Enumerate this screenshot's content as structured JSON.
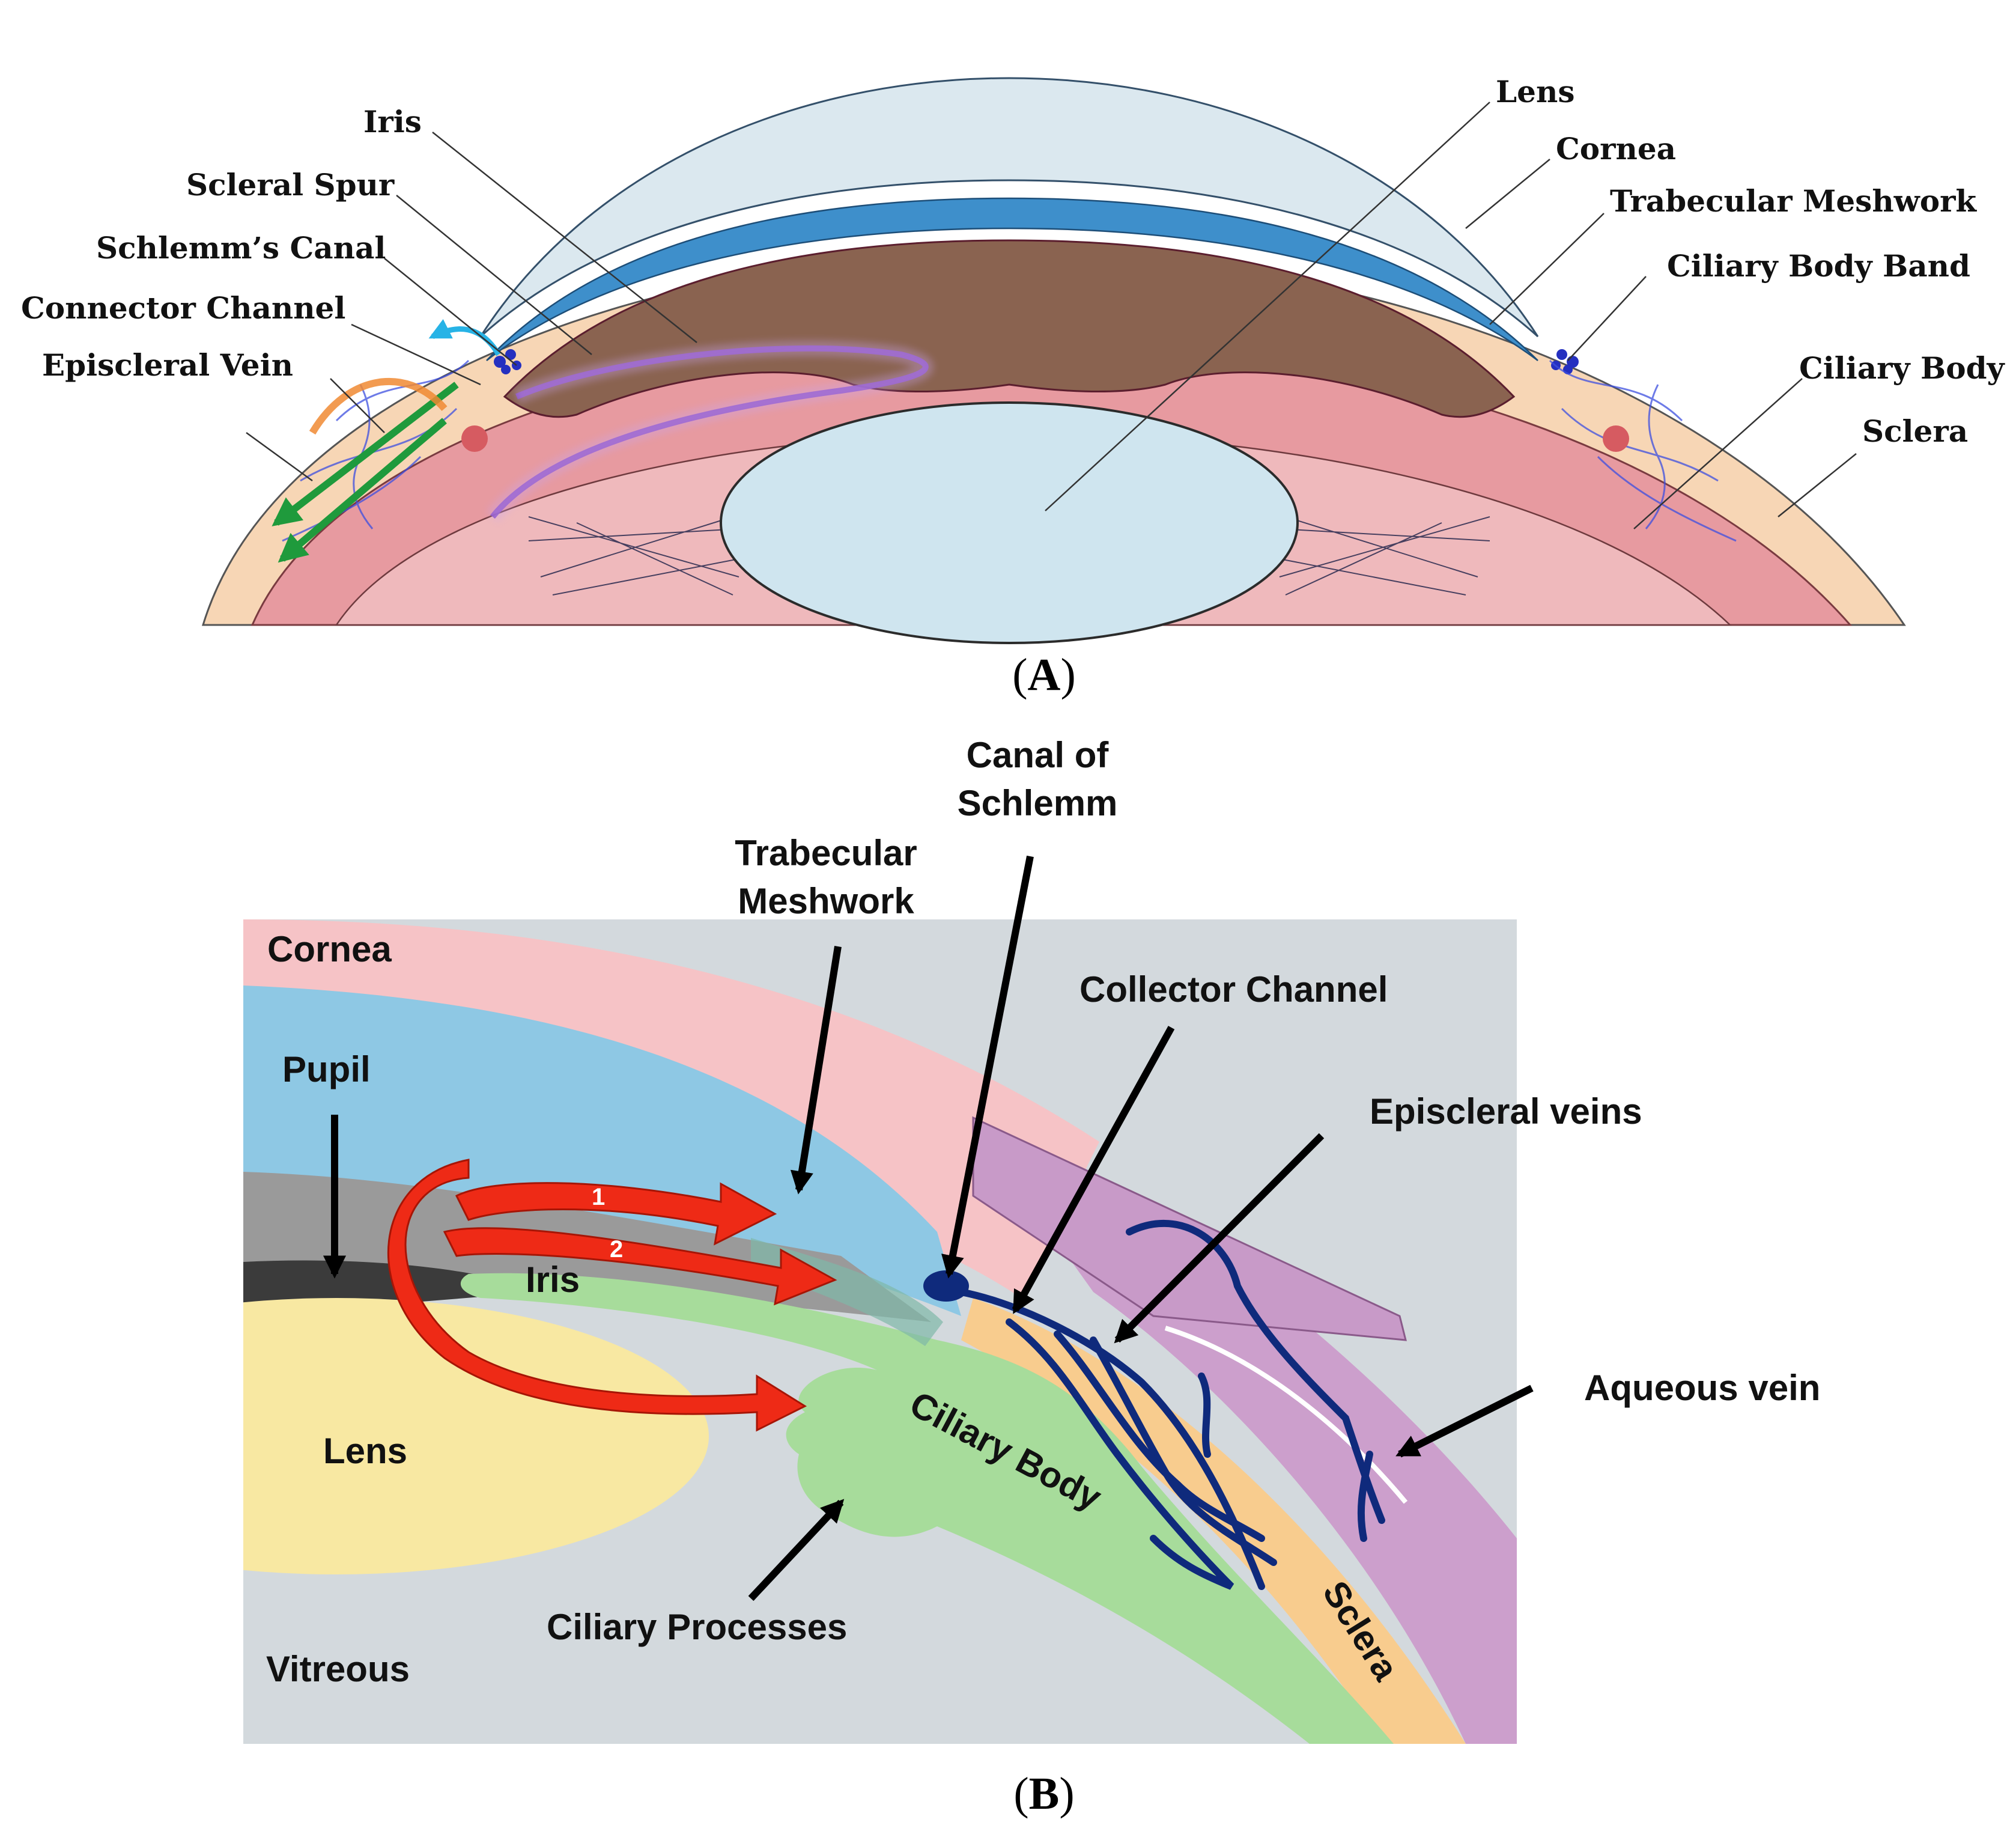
{
  "panel_a": {
    "caption": {
      "open": "(",
      "letter": "A",
      "close": ")"
    },
    "labels": {
      "iris": "Iris",
      "scleral_spur": "Scleral Spur",
      "schlemms_canal": "Schlemm’s Canal",
      "connector_channel": "Connector Channel",
      "episcleral_vein": "Episcleral Vein",
      "lens": "Lens",
      "cornea": "Cornea",
      "trabecular_meshwork": "Trabecular Meshwork",
      "ciliary_body_band": "Ciliary Body Band",
      "ciliary_body": "Ciliary Body",
      "sclera": "Sclera"
    }
  },
  "panel_b": {
    "caption": {
      "open": "(",
      "letter": "B",
      "close": ")"
    },
    "labels": {
      "canal_of_schlemm_1": "Canal of",
      "canal_of_schlemm_2": "Schlemm",
      "trabecular_meshwork_1": "Trabecular",
      "trabecular_meshwork_2": "Meshwork",
      "collector_channel": "Collector Channel",
      "episcleral_veins": "Episcleral veins",
      "aqueous_vein": "Aqueous vein",
      "cornea": "Cornea",
      "pupil": "Pupil",
      "iris": "Iris",
      "lens": "Lens",
      "ciliary_body": "Ciliary Body",
      "sclera": "Sclera",
      "ciliary_processes": "Ciliary Processes",
      "vitreous": "Vitreous",
      "flow_1": "1",
      "flow_2": "2"
    }
  },
  "colors": {
    "cornea_a": "#dbe8ef",
    "trabecular_blue": "#3e8fcb",
    "iris_brown": "#8a6350",
    "ciliary_red": "#e79aa0",
    "sclera_peach": "#f7d6b5",
    "lens_blue": "#cfe5ef",
    "flow_purple": "#8a4fc6",
    "flow_green": "#1f9a3c",
    "flow_orange": "#f08a32",
    "flow_cyan": "#27b3e6",
    "cornea_b": "#f6c3c6",
    "pupil_blue": "#8ec8e4",
    "iris_green": "#a7dc9b",
    "lens_yellow": "#f8e8a2",
    "vitreous_grey": "#d3d9dd",
    "sclera_b": "#f8cc8e",
    "conj_purple": "#cc9fcc",
    "vein_navy": "#0f2a7c",
    "aqueous_red": "#ee2a16"
  }
}
